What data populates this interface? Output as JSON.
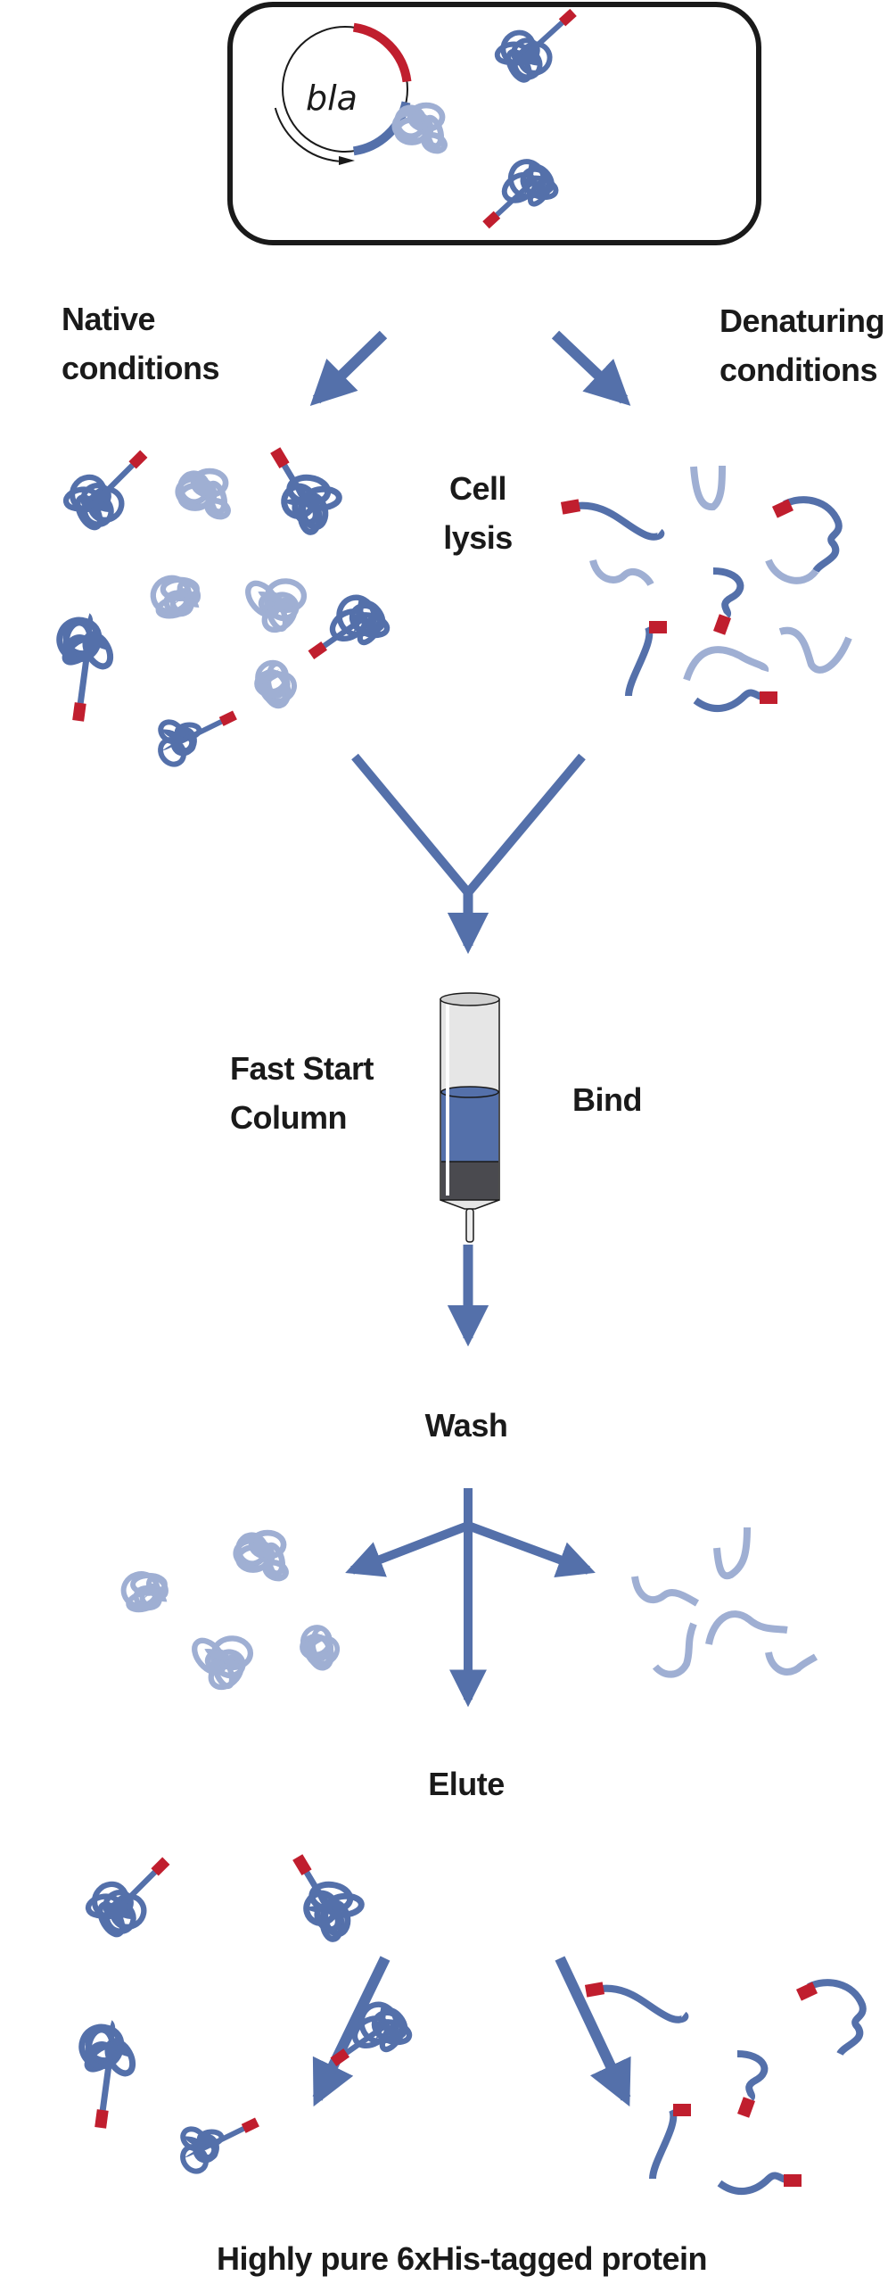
{
  "colors": {
    "protein_target": "#5470aa",
    "protein_contaminant": "#9fafd3",
    "his_tag": "#c01e2e",
    "arrow": "#5470aa",
    "text": "#1a1a1a",
    "cell_outline": "#1a1a1a",
    "column_liquid": "#5470aa",
    "column_resin": "#4a4a4f",
    "column_glass": "#e6e6e6"
  },
  "cell": {
    "plasmid_gene_label": "bla",
    "plasmid_segments": [
      "his-tag-coding-region",
      "target-gene-region",
      "bla-resistance-arrow"
    ],
    "proteins": [
      {
        "state": "folded",
        "tagged": true
      },
      {
        "state": "folded",
        "tagged": false
      },
      {
        "state": "folded",
        "tagged": true
      }
    ]
  },
  "branches": {
    "native": {
      "line1": "Native",
      "line2": "conditions"
    },
    "denaturing": {
      "line1": "Denaturing",
      "line2": "conditions"
    }
  },
  "steps": {
    "lysis": {
      "line1": "Cell",
      "line2": "lysis"
    },
    "column": {
      "line1": "Fast Start",
      "line2": "Column"
    },
    "bind": "Bind",
    "wash": "Wash",
    "elute": "Elute",
    "result": "Highly pure 6xHis-tagged protein"
  },
  "groups": {
    "lysate_native": {
      "tagged_folded": 5,
      "untagged_folded": 4
    },
    "lysate_denatured": {
      "tagged_unfolded": 5,
      "untagged_unfolded": 5
    },
    "wash_native": {
      "untagged_folded": 4
    },
    "wash_denatured": {
      "untagged_unfolded": 5
    },
    "eluate_native": {
      "tagged_folded": 5
    },
    "eluate_denatured": {
      "tagged_unfolded": 5
    }
  }
}
